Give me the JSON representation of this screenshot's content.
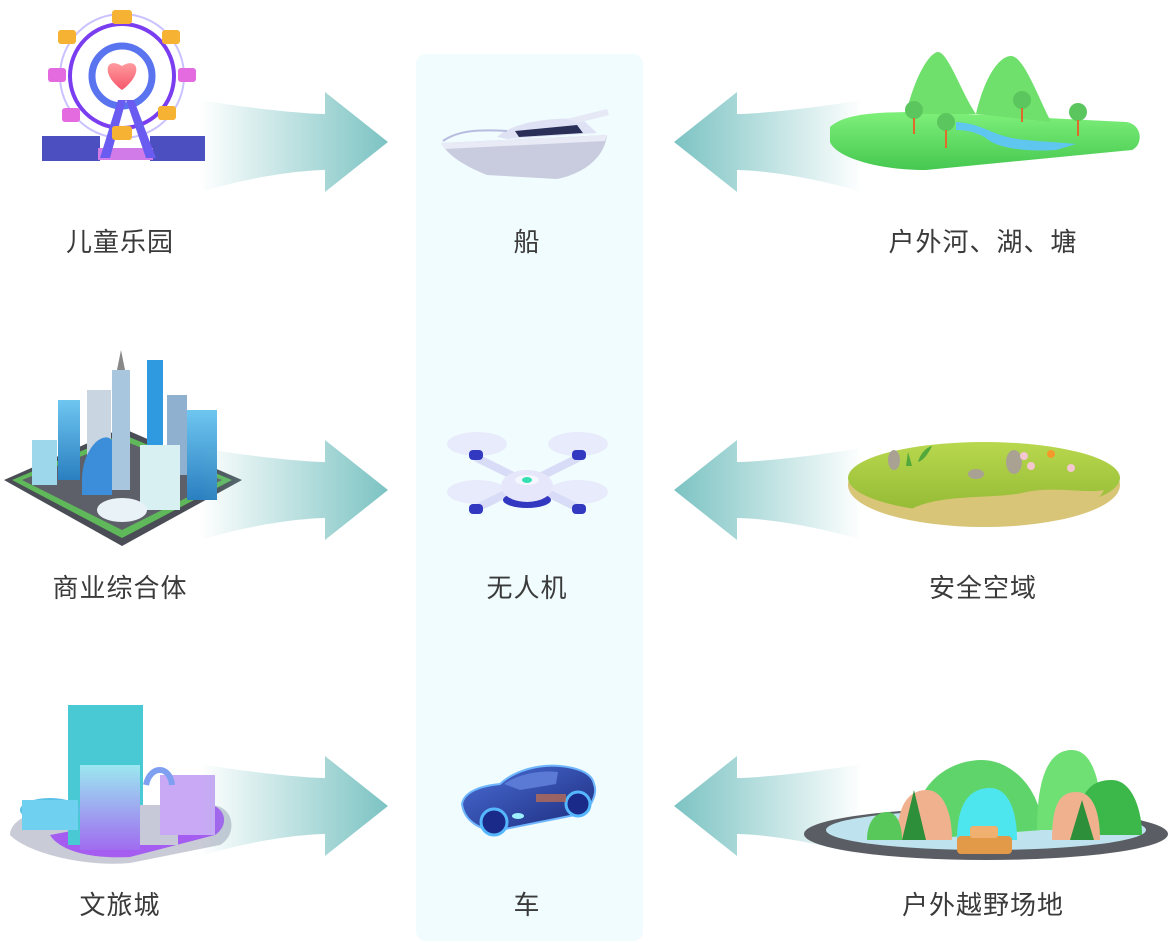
{
  "title": "",
  "colors": {
    "panel_bg": "#f0fcfe",
    "arrow": "#7cc3c3",
    "label": "#3a3a3a"
  },
  "left": [
    {
      "label": "儿童乐园",
      "icon": "ferris-wheel-icon"
    },
    {
      "label": "商业综合体",
      "icon": "city-complex-icon"
    },
    {
      "label": "文旅城",
      "icon": "tourism-city-icon"
    }
  ],
  "center": [
    {
      "label": "船",
      "icon": "yacht-icon"
    },
    {
      "label": "无人机",
      "icon": "drone-icon"
    },
    {
      "label": "车",
      "icon": "car-icon"
    }
  ],
  "right": [
    {
      "label": "户外河、湖、塘",
      "icon": "river-lake-pond-icon"
    },
    {
      "label": "安全空域",
      "icon": "grassland-airspace-icon"
    },
    {
      "label": "户外越野场地",
      "icon": "offroad-field-icon"
    }
  ]
}
